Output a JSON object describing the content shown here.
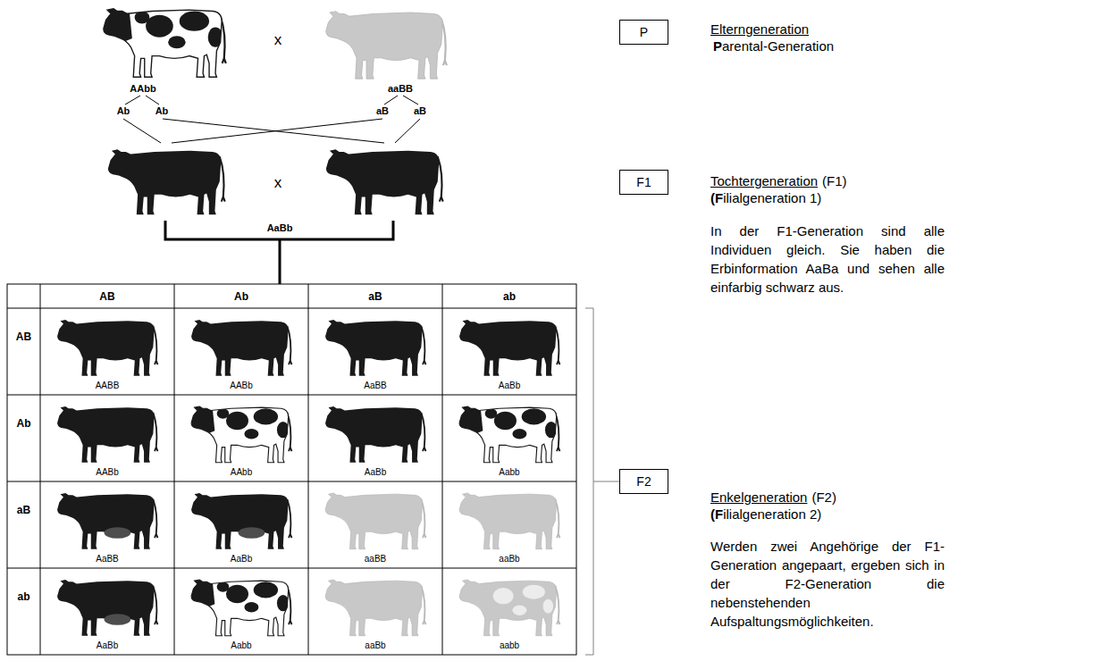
{
  "diagram": {
    "nodes": [
      {
        "text": [
          "P"
        ]
      },
      {
        "text": [
          "F1"
        ]
      },
      {
        "text": [
          "F2"
        ]
      }
    ],
    "labels": [
      "x",
      "AAbb",
      "aaBB",
      "Ab",
      "Ab",
      "aB",
      "aB",
      "Elterngeneration",
      "Parental-Generation",
      "x",
      "AaBb",
      "Tochtergeneration",
      "(F1)",
      "(Filialgeneration 1)",
      "In der F1-Generation sind alle Individuen gleich. Sie haben die Erbinformation AaBa und sehen alle einfarbig schwarz aus.",
      "AB",
      "Ab",
      "aB",
      "ab",
      "AB",
      "AABB",
      "AABb",
      "AaBB",
      "AaBb",
      "Ab",
      "AABb",
      "AAbb",
      "AaBb",
      "Aabb",
      "aB",
      "AaBB",
      "AaBb",
      "aaBB",
      "aaBb",
      "ab",
      "AaBb",
      "Aabb",
      "aaBb",
      "aabb",
      "Enkelgeneration",
      "(F2)",
      "(Filialgeneration 2)",
      "Werden zwei Angehörige der F1-Generation angepaart, ergeben sich in der F2-Generation die nebenstehenden Aufspaltungsmöglichkeiten."
    ]
  }
}
